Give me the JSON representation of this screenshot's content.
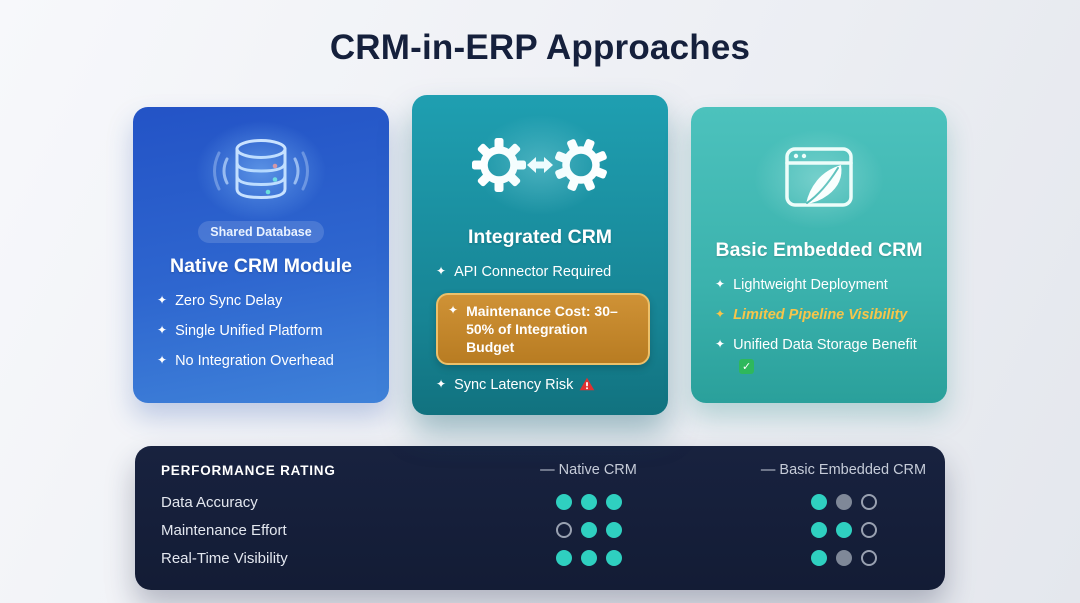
{
  "title": "CRM-in-ERP Approaches",
  "bullet_marker": "✦",
  "check_glyph": "✓",
  "warn_glyph": "!",
  "colors": {
    "card_native": "#2b5fc7",
    "card_integrated": "#178494",
    "card_embedded": "#3bb2ad",
    "highlight_pill": "#c98a2e",
    "panel_bg": "#131c35",
    "dot_teal": "#2fd0c0",
    "dot_gray": "#7f8898",
    "emphasis_gold": "#f7c54a",
    "title_navy": "#15203c"
  },
  "cards": [
    {
      "icon": "database-icon",
      "badge": "Shared Database",
      "title": "Native CRM Module",
      "bullets": [
        {
          "text": "Zero Sync Delay"
        },
        {
          "text": "Single Unified Platform"
        },
        {
          "text": "No Integration Overhead"
        }
      ]
    },
    {
      "icon": "gears-sync-icon",
      "title": "Integrated CRM",
      "bullets": [
        {
          "text": "API Connector Required"
        },
        {
          "text": "Maintenance Cost: 30–50% of Integration Budget",
          "highlight": true
        },
        {
          "text": "Sync Latency Risk",
          "icon": "warning-icon"
        }
      ]
    },
    {
      "icon": "browser-feather-icon",
      "title": "Basic Embedded CRM",
      "bullets": [
        {
          "text": "Lightweight Deployment"
        },
        {
          "text": "Limited Pipeline Visibility",
          "emphasis": true
        },
        {
          "text": "Unified Data Storage Benefit",
          "icon": "check-icon"
        }
      ]
    }
  ],
  "rating_panel": {
    "heading": "PERFORMANCE RATING",
    "legend": [
      {
        "label": "— Native CRM"
      },
      {
        "label": "— Basic Embedded CRM"
      }
    ],
    "rows": [
      {
        "label": "Data Accuracy",
        "native": [
          "teal",
          "teal",
          "teal"
        ],
        "embedded": [
          "teal",
          "gray",
          "outline"
        ]
      },
      {
        "label": "Maintenance Effort",
        "native": [
          "outline",
          "teal",
          "teal"
        ],
        "embedded": [
          "teal",
          "teal",
          "outline"
        ]
      },
      {
        "label": "Real-Time Visibility",
        "native": [
          "teal",
          "teal",
          "teal"
        ],
        "embedded": [
          "teal",
          "gray",
          "outline"
        ]
      }
    ]
  }
}
